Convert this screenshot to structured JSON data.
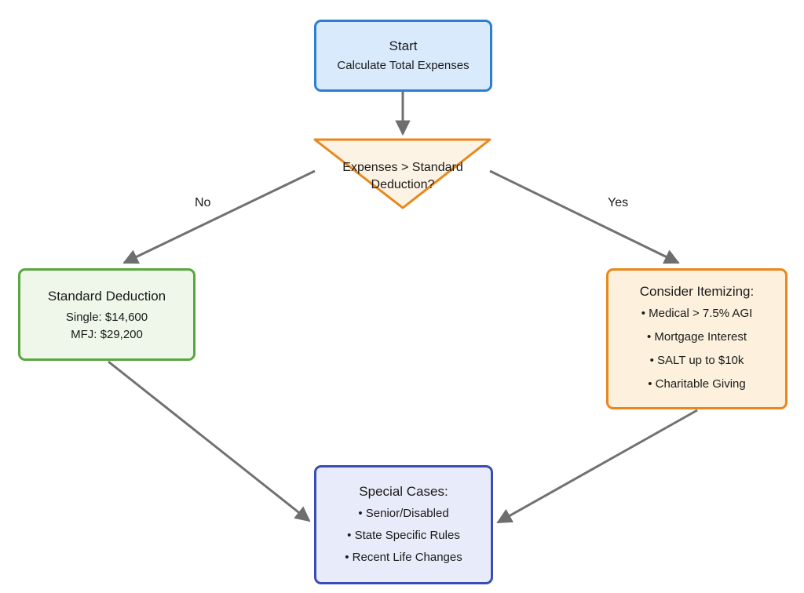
{
  "diagram": {
    "type": "flowchart",
    "subject": "Standard Deduction vs Itemizing decision flow",
    "nodes": {
      "start": {
        "title": "Start",
        "subtitle": "Calculate Total Expenses",
        "fill": "#d9eafc",
        "border": "#2d7ed3"
      },
      "decision": {
        "label": "Expenses > Standard Deduction?",
        "shape": "inverted-triangle",
        "fill": "#fdf3e4",
        "border": "#e8871c"
      },
      "standard_deduction": {
        "title": "Standard Deduction",
        "lines": [
          "Single: $14,600",
          "MFJ: $29,200"
        ],
        "fill": "#eef7e9",
        "border": "#5aa63f"
      },
      "consider_itemizing": {
        "title": "Consider Itemizing:",
        "items": [
          "• Medical > 7.5% AGI",
          "• Mortgage Interest",
          "• SALT up to $10k",
          "• Charitable Giving"
        ],
        "fill": "#fdf1de",
        "border": "#e8871c"
      },
      "special_cases": {
        "title": "Special Cases:",
        "items": [
          "• Senior/Disabled",
          "• State Specific Rules",
          "• Recent Life Changes"
        ],
        "fill": "#e8ebf9",
        "border": "#3a4cb4"
      }
    },
    "edges": [
      {
        "from": "Start",
        "to": "Expenses > Standard Deduction?",
        "label": ""
      },
      {
        "from": "Expenses > Standard Deduction?",
        "to": "Standard Deduction",
        "label": "No"
      },
      {
        "from": "Expenses > Standard Deduction?",
        "to": "Consider Itemizing",
        "label": "Yes"
      },
      {
        "from": "Standard Deduction",
        "to": "Special Cases",
        "label": ""
      },
      {
        "from": "Consider Itemizing",
        "to": "Special Cases",
        "label": ""
      }
    ],
    "colors": {
      "arrow": "#717171",
      "text": "#1a1a1a",
      "background": "#ffffff"
    }
  }
}
